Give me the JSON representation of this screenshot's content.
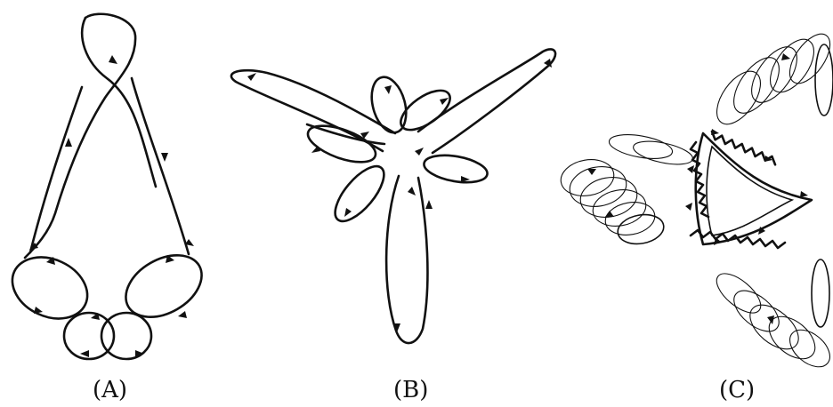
{
  "figure": {
    "panels": [
      {
        "id": "A",
        "label": "(A)"
      },
      {
        "id": "B",
        "label": "(B)"
      },
      {
        "id": "C",
        "label": "(C)"
      }
    ]
  },
  "colors": {
    "ink": "#111111",
    "background": "#ffffff"
  }
}
